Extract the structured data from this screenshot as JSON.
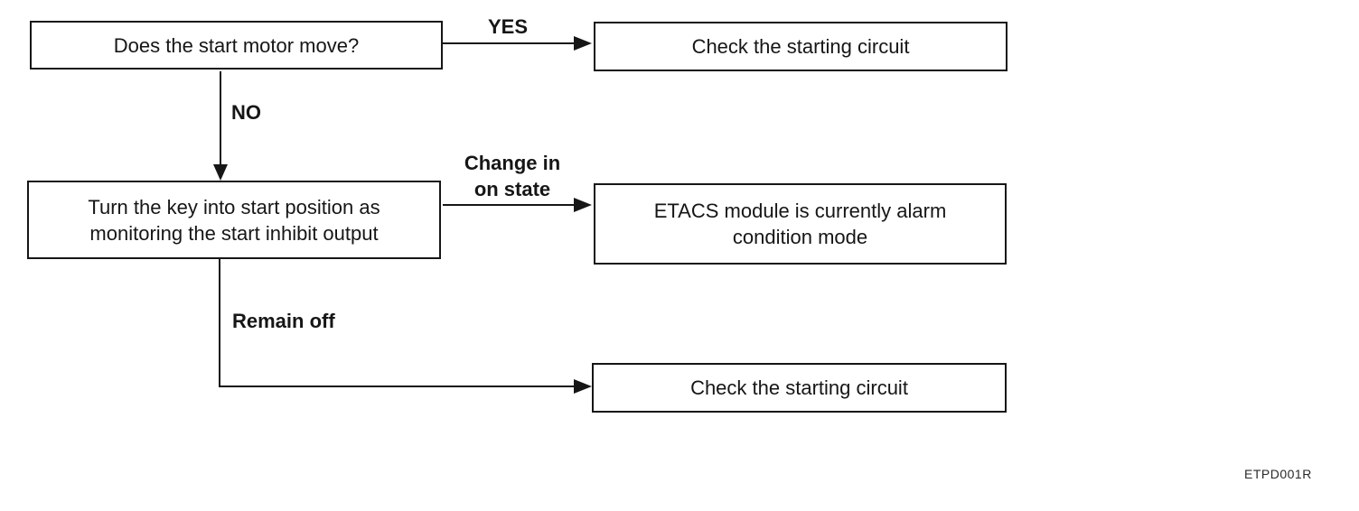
{
  "diagram": {
    "type": "flowchart",
    "nodes": {
      "start_question": {
        "lines": [
          "Does the start motor move?"
        ]
      },
      "check_circuit_top": {
        "lines": [
          "Check the starting circuit"
        ]
      },
      "turn_key": {
        "lines": [
          "Turn the key into start position as",
          "monitoring the start inhibit output"
        ]
      },
      "etacs_alarm": {
        "lines": [
          "ETACS module is currently alarm",
          "condition mode"
        ]
      },
      "check_circuit_bottom": {
        "lines": [
          "Check the starting circuit"
        ]
      }
    },
    "edge_labels": {
      "yes": "YES",
      "no": "NO",
      "change_line1": "Change in",
      "change_line2": "on state",
      "remain_off": "Remain off"
    },
    "figure_code": "ETPD001R",
    "colors": {
      "line": "#161616",
      "text": "#161616",
      "background": "#ffffff"
    }
  }
}
